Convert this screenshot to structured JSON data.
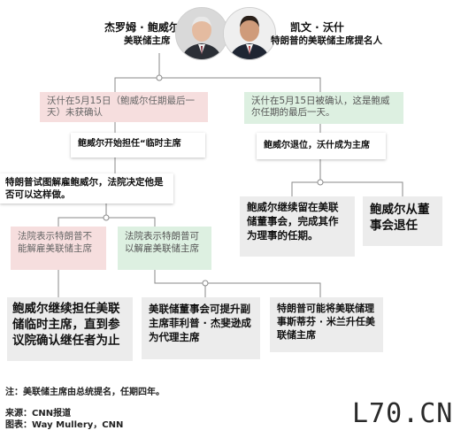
{
  "people": {
    "powell": {
      "name": "杰罗姆 · 鲍威尔",
      "title": "美联储主席"
    },
    "warsh": {
      "name": "凯文 · 沃什",
      "title": "特朗普的美联储主席提名人"
    }
  },
  "boxes": {
    "left_top": "沃什在5月15日（鲍威尔任期最后一天）未获确认",
    "right_top": "沃什在5月15日被确认，这是鲍威尔任期的最后一天。",
    "powell_interim": "鲍威尔开始担任“临时主席",
    "powell_steps_down": "鲍威尔退位，沃什成为主席",
    "trump_fire": "特朗普试图解雇鲍威尔，法院决定他是否可以这样做。",
    "stay_governor": "鲍威尔继续留在美联储董事会，完成其作为理事的任期。",
    "retire": "鲍威尔从董事会退任",
    "court_no": "法院表示特朗普不能解雇美联储主席",
    "court_yes": "法院表示特朗普可以解雇美联储主席",
    "continue_interim": "鲍威尔继续担任美联储临时主席，直到参议院确认继任者为止",
    "jefferson_acting": "美联储董事会可提升副主席菲利普 · 杰斐逊成为代理主席",
    "miran": "特朗普可能将美联储理事斯蒂芬 · 米兰升任美联储主席"
  },
  "footer": {
    "note": "注：美联储主席由总统提名，任期四年。",
    "source": "来源：CNN报道",
    "credit": "图表：Way Mullery，CNN"
  },
  "watermark": "L70.CN",
  "colors": {
    "pink": "#f6dede",
    "green": "#ddf0e1",
    "grey": "#ececec",
    "line": "#8a8a8a"
  }
}
